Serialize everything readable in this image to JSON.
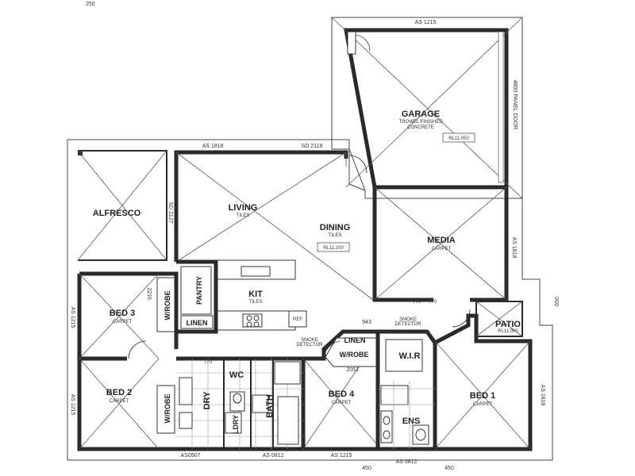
{
  "rooms": {
    "garage": {
      "name": "GARAGE",
      "finish": "TROWEL FINISHED",
      "finish2": "CONCRETE",
      "rl": "RL11.050"
    },
    "alfresco": {
      "name": "ALFRESCO"
    },
    "living": {
      "name": "LIVING",
      "finish": "TILES"
    },
    "dining": {
      "name": "DINING",
      "finish": "TILES",
      "rl": "RL11.200"
    },
    "media": {
      "name": "MEDIA",
      "finish": "CARPET"
    },
    "kit": {
      "name": "KIT",
      "finish": "TILES"
    },
    "pantry": {
      "name": "PANTRY"
    },
    "bed3": {
      "name": "BED 3",
      "finish": "CARPET"
    },
    "bed2": {
      "name": "BED 2",
      "finish": "CARPET"
    },
    "bed4": {
      "name": "BED 4",
      "finish": "CARPET"
    },
    "bed1": {
      "name": "BED 1",
      "finish": "CARPET"
    },
    "patio": {
      "name": "PATIO",
      "rl": "RL11.000"
    },
    "wir": {
      "name": "W.I.R"
    },
    "ens": {
      "name": "ENS"
    },
    "bath": {
      "name": "BATH"
    },
    "wc": {
      "name": "WC"
    },
    "dry": {
      "name": "DRY"
    },
    "linen1": {
      "name": "LINEN"
    },
    "linen2": {
      "name": "LINEN"
    },
    "wrobe1": {
      "name": "W/ROBE"
    },
    "wrobe2": {
      "name": "W/ROBE"
    },
    "wrobe3": {
      "name": "W/ROBE"
    },
    "ldry": {
      "name": "LDRY"
    }
  },
  "annotations": {
    "as1215_top": "AS 1215",
    "as1818": "AS 1818",
    "sd2118": "SD 2118",
    "panel_door": "4800 PANEL DOOR",
    "sd2127": "SD 2127",
    "as1818_media": "AS 1818",
    "dim_2210": "2210",
    "as1215_left": "AS 1215",
    "as1215_left2": "AS 1215",
    "as0907": "AS0907",
    "as0812_a": "AS 0812",
    "as1215_bottom": "AS 1215",
    "as0812_b": "AS 0812",
    "dim_450_a": "450",
    "dim_450_b": "450",
    "dim_943": "943",
    "dim_2053": "2053",
    "dim_650": "650",
    "dim_770_a": "770",
    "dim_770_b": "770",
    "dim_770_c": "770",
    "as1818_bed1": "AS 1818",
    "smoke1": "SMOKE",
    "smoke1b": "DETECTOR",
    "smoke2": "SMOKE",
    "smoke2b": "DETECTOR",
    "ref": "REF",
    "top_dim": "250"
  }
}
